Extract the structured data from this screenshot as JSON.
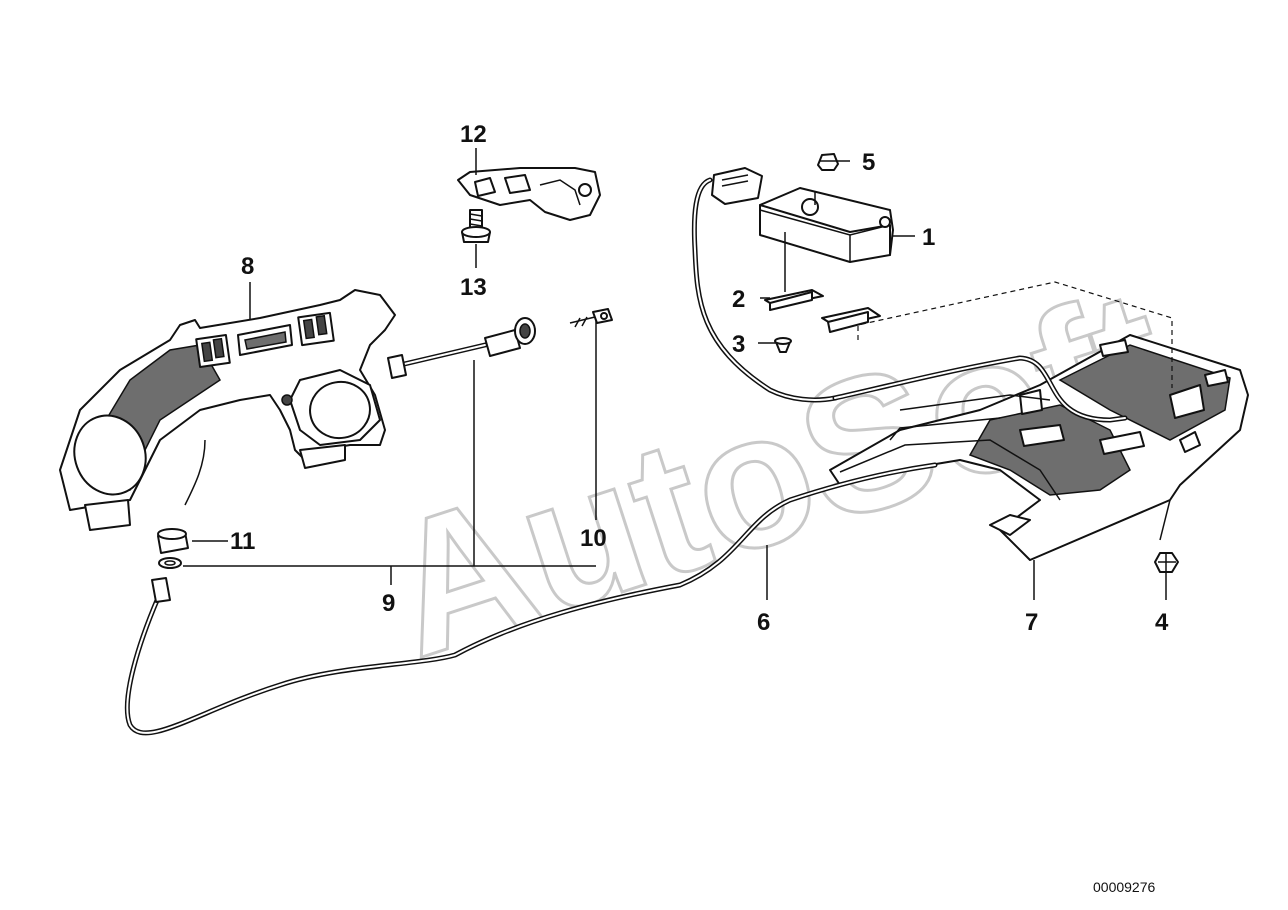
{
  "watermark": "AutoSoft",
  "catalog_number": "00009276",
  "callouts": [
    "1",
    "2",
    "3",
    "4",
    "5",
    "6",
    "7",
    "8",
    "9",
    "10",
    "11",
    "12",
    "13"
  ],
  "parts": {
    "1": "control-unit",
    "2": "bracket",
    "3": "screw",
    "4": "nut",
    "5": "cap-nut",
    "6": "cable",
    "7": "rear-housing",
    "8": "panel",
    "9": "switch-cable-set",
    "10": "key",
    "11": "grommet",
    "12": "holder",
    "13": "bolt"
  }
}
